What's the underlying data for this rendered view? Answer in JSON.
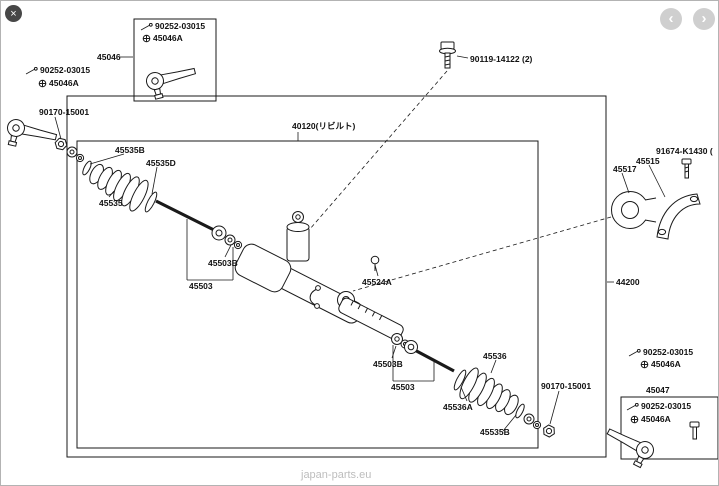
{
  "chrome": {
    "close": "×",
    "prev": "‹",
    "next": "›"
  },
  "watermark": "japan-parts.eu",
  "parts": {
    "kit_left": {
      "pin": "90252-03015",
      "nut": "45046A"
    },
    "tie_rod_left": "45046",
    "left_pin": "90252-03015",
    "left_nut": "45046A",
    "lock_nut_left": "90170-15001",
    "rack_assy": "40120(リビルト)",
    "clamp_upper_b": "45535B",
    "clamp_upper_d": "45535D",
    "boot_left": "45535",
    "washer_upper": "45503B",
    "rack_end_upper": "45503",
    "clamp_45524a": "45524A",
    "bolt_valve": "90119-14122 (2)",
    "grommet": "45517",
    "bracket": "45515",
    "bracket_bolt": "91674-K1430 (",
    "gear_assy": "44200",
    "washer_lower": "45503B",
    "rack_end_lower": "45503",
    "boot_right": "45536",
    "clamp_lower_a": "45536A",
    "clamp_lower_b": "45535B",
    "lock_nut_right": "90170-15001",
    "tie_rod_right": "45047",
    "right_pin": "90252-03015",
    "right_nut": "45046A",
    "kit_right": {
      "pin": "90252-03015",
      "nut": "45046A"
    }
  }
}
